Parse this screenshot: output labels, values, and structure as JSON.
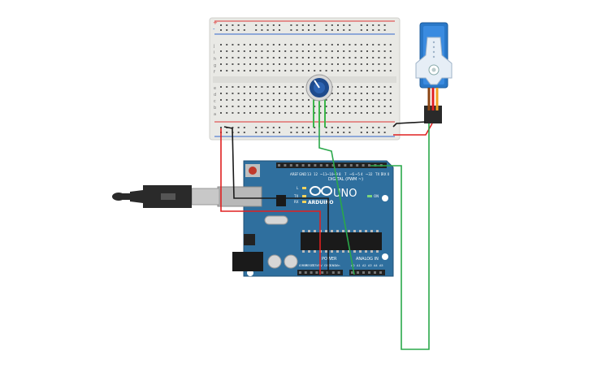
{
  "arduino": {
    "brand": "ARDUINO",
    "model": "UNO",
    "digital_label": "DIGITAL (PWM ~)",
    "analog_label": "ANALOG IN",
    "power_label": "POWER",
    "aref_label": "AREF",
    "gnd_label": "GND",
    "pin_labels": [
      "13",
      "12",
      "~11",
      "~10",
      "~9",
      "8",
      "7",
      "~6",
      "~5",
      "4",
      "~3",
      "2",
      "TX 1",
      "RX 0"
    ],
    "analog_pins": [
      "A0",
      "A1",
      "A2",
      "A3",
      "A4",
      "A5"
    ],
    "power_pins": [
      "IOREF",
      "RESET",
      "3.3V",
      "5V",
      "GND",
      "GND",
      "Vin"
    ],
    "led_labels": [
      "L",
      "TX",
      "RX",
      "ON"
    ],
    "colors": {
      "board": "#2f6f9e",
      "board_dark": "#1f5178",
      "header": "#222222",
      "chip": "#1a1a1a"
    }
  },
  "breadboard": {
    "row_letters_top": [
      "j",
      "i",
      "h",
      "g",
      "f"
    ],
    "row_letters_bottom": [
      "e",
      "d",
      "c",
      "b",
      "a"
    ],
    "rail_signs": [
      "-",
      "+"
    ],
    "colors": {
      "body": "#e8e8e4",
      "rail_red": "#d33",
      "rail_blue": "#36c",
      "hole": "#555555"
    }
  },
  "potentiometer": {
    "knob_color": "#1e4a8c"
  },
  "servo": {
    "body_color": "#2a78c8",
    "horn_color": "#e6eef6"
  },
  "usb_cable": {
    "color": "#2a2a2a"
  },
  "wires": {
    "colors": {
      "red": "#e02020",
      "black": "#1a1a1a",
      "green": "#2aa84a"
    }
  }
}
